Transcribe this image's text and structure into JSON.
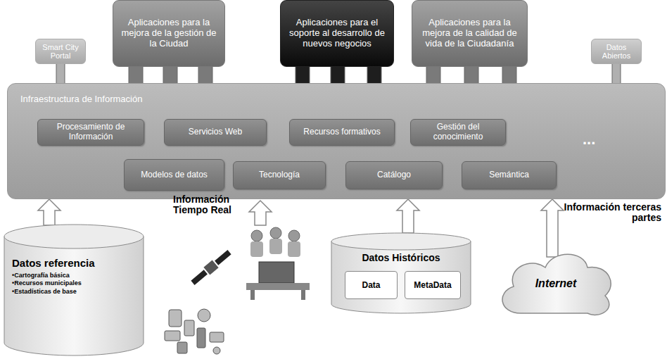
{
  "diagram": {
    "nodes": [
      {
        "text": [
          "Smart City Portal"
        ]
      },
      {
        "text": [
          "Aplicaciones para la mejora de la gestión de la Ciudad"
        ]
      },
      {
        "text": [
          "Aplicaciones para el soporte al desarrollo de nuevos negocios"
        ]
      },
      {
        "text": [
          "Aplicaciones para la mejora de la calidad de vida de la Ciudadanía"
        ]
      },
      {
        "text": [
          "Datos Abiertos"
        ]
      },
      {
        "text": [
          "Infraestructura de Información"
        ]
      },
      {
        "text": [
          "Procesamiento de Información"
        ],
        "in": 5
      },
      {
        "text": [
          "Servicios Web"
        ],
        "in": 5
      },
      {
        "text": [
          "Recursos formativos"
        ],
        "in": 5
      },
      {
        "text": [
          "Gestión del conocimiento"
        ],
        "in": 5
      },
      {
        "text": [
          "Modelos de datos"
        ],
        "in": 5
      },
      {
        "text": [
          "Tecnología"
        ],
        "in": 5
      },
      {
        "text": [
          "Catálogo"
        ],
        "in": 5
      },
      {
        "text": [
          "Semántica"
        ],
        "in": 5
      },
      {
        "text": [
          "Datos referencia",
          "•Cartografía básica",
          "•Recursos municipales",
          "•Estadísticas de base"
        ]
      },
      {
        "text": [
          "Datos Históricos"
        ]
      },
      {
        "text": [
          "Data"
        ],
        "in": 15
      },
      {
        "text": [
          "MetaData"
        ],
        "in": 15
      },
      {
        "text": [
          "Internet"
        ]
      }
    ],
    "edges": [
      {
        "from": 14,
        "to": 5,
        "arrow": "to"
      },
      {
        "from": 15,
        "to": 5,
        "arrow": "to"
      },
      {
        "from": 18,
        "to": 5,
        "arrow": "to"
      }
    ],
    "labels": [
      "Información Tiempo Real",
      "Información terceras partes",
      "..."
    ]
  }
}
